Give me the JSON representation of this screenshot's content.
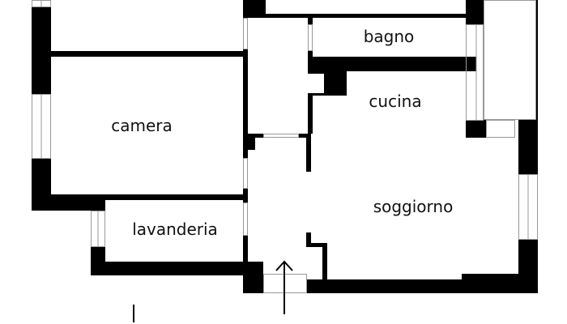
{
  "title": "Floor plan",
  "rooms": {
    "camera": "camera",
    "bagno": "bagno",
    "cucina": "cucina",
    "soggiorno": "soggiorno",
    "lavanderia": "lavanderia"
  },
  "colors": {
    "wall": "#000000",
    "window_line": "#999999",
    "background": "#ffffff"
  }
}
